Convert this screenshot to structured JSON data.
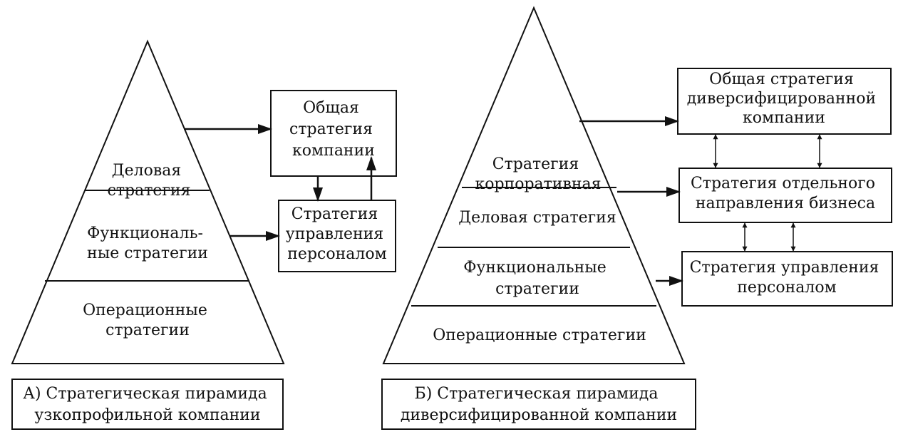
{
  "diagram_a": {
    "pyramid": {
      "top_level": [
        "Деловая",
        "стратегия"
      ],
      "middle_level": [
        "Функциональ-",
        "ные стратегии"
      ],
      "bottom_level": [
        "Операционные",
        "стратегии"
      ]
    },
    "boxes": {
      "general_strategy": [
        "Общая",
        "стратегия",
        "компании"
      ],
      "hr_strategy": [
        "Стратегия",
        "управления",
        "персоналом"
      ]
    },
    "caption": [
      "А) Стратегическая пирамида",
      "узкопрофильной компании"
    ]
  },
  "diagram_b": {
    "pyramid": {
      "corporate_level": [
        "Стратегия",
        "корпоративная"
      ],
      "business_level": [
        "Деловая стратегия"
      ],
      "functional_level": [
        "Функциональные",
        "стратегии"
      ],
      "operational_level": [
        "Операционные стратегии"
      ]
    },
    "boxes": {
      "general_strategy": [
        "Общая стратегия",
        "диверсифицированной",
        "компании"
      ],
      "business_unit_strategy": [
        "Стратегия отдельного",
        "направления бизнеса"
      ],
      "hr_strategy": [
        "Стратегия управления",
        "персоналом"
      ]
    },
    "caption": [
      "Б) Стратегическая пирамида",
      "диверсифицированной компании"
    ]
  }
}
